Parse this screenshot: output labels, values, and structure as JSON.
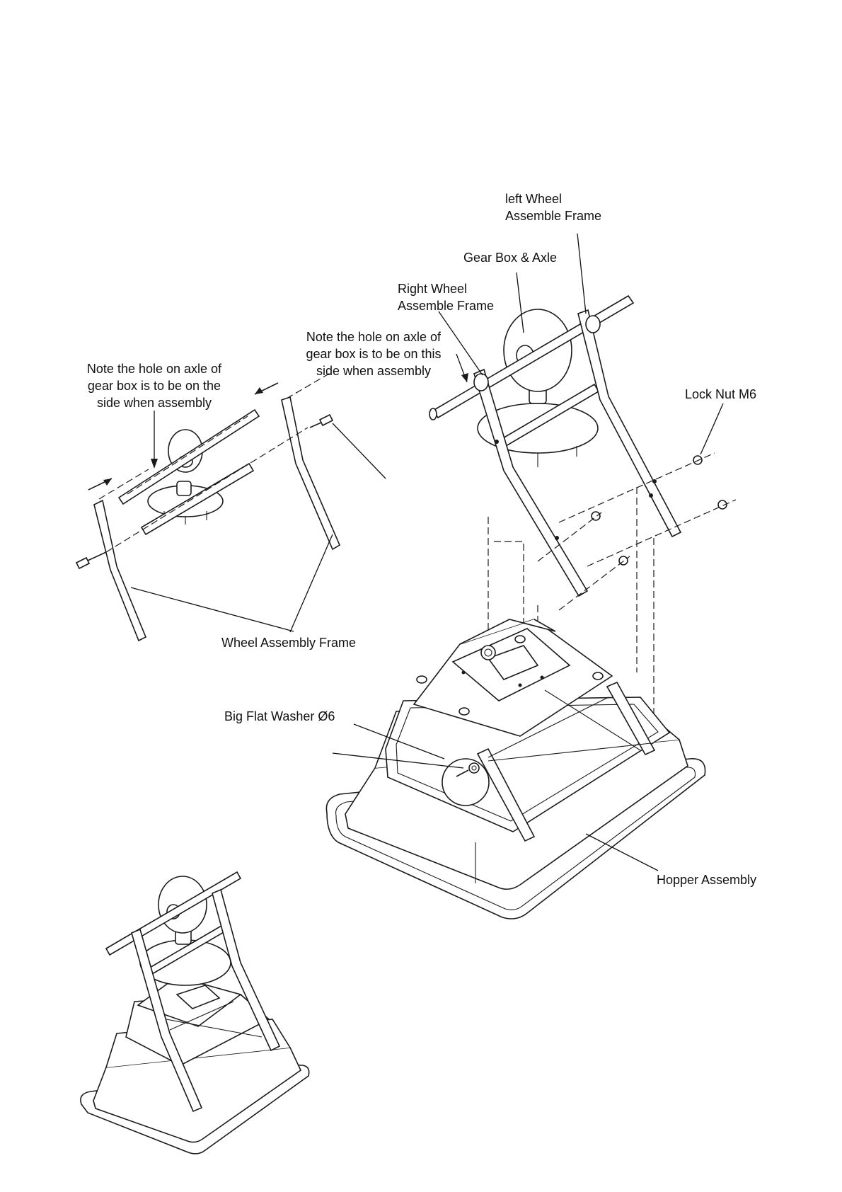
{
  "labels": {
    "left_wheel_frame": [
      "left Wheel",
      "Assemble Frame"
    ],
    "gear_box_axle": "Gear Box & Axle",
    "right_wheel_frame": [
      "Right Wheel",
      "Assemble Frame"
    ],
    "note_right": [
      "Note the hole on axle of",
      "gear box is to be on this",
      "side when assembly"
    ],
    "note_left": [
      "Note the hole on axle of",
      "gear box is to be on the",
      "side when assembly"
    ],
    "lock_nut": "Lock Nut M6",
    "wheel_assembly_frame": "Wheel Assembly Frame",
    "big_flat_washer": "Big Flat Washer Ø6",
    "hopper_assembly": "Hopper Assembly"
  },
  "icons": [
    "arrow-icon",
    "bolt-icon",
    "lock-nut-icon",
    "washer-icon"
  ]
}
